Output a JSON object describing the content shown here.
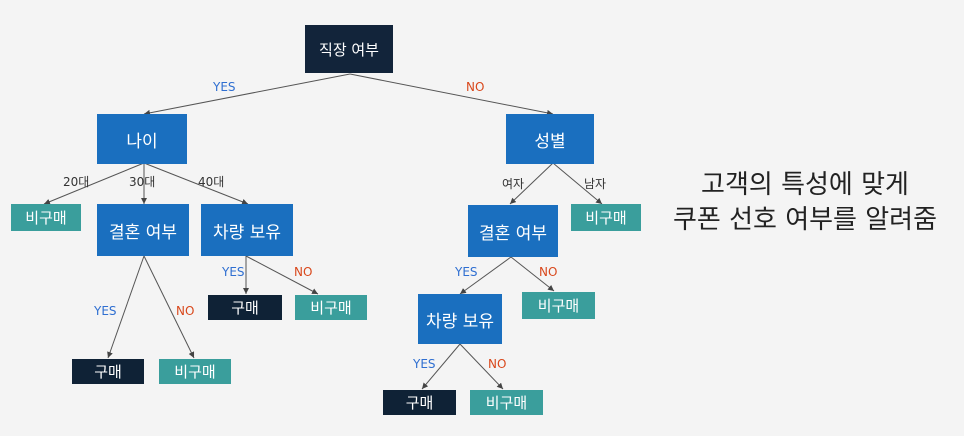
{
  "tree": {
    "root": "직장 여부",
    "age": "나이",
    "gender": "성별",
    "age_20": "비구매",
    "marriage_30": "결혼 여부",
    "car_40": "차량 보유",
    "car_40_yes": "구매",
    "car_40_no": "비구매",
    "marriage_30_yes": "구매",
    "marriage_30_no": "비구매",
    "male": "비구매",
    "marriage_f": "결혼 여부",
    "marriage_f_no": "비구매",
    "car_f": "차량 보유",
    "car_f_yes": "구매",
    "car_f_no": "비구매"
  },
  "edges": {
    "yes": "YES",
    "no": "NO",
    "age20": "20대",
    "age30": "30대",
    "age40": "40대",
    "female": "여자",
    "male": "남자"
  },
  "caption": {
    "line1": "고객의 특성에 맞게",
    "line2": "쿠폰 선호 여부를 알려줌"
  }
}
